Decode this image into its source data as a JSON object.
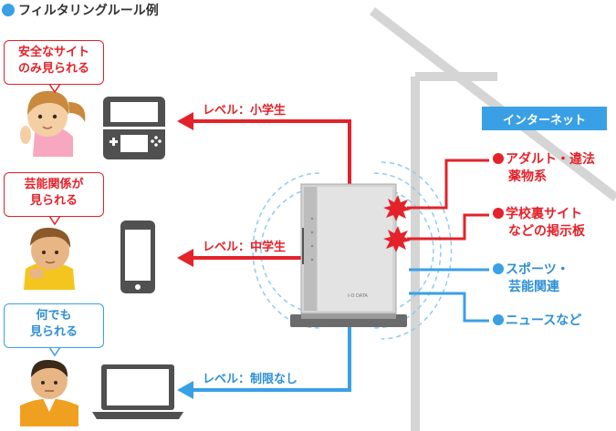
{
  "title": "フィルタリングルール例",
  "users": [
    {
      "bubble": [
        "安全なサイト",
        "のみ見られる"
      ],
      "level": "レベル：小学生",
      "device": "game-console"
    },
    {
      "bubble": [
        "芸能関係が",
        "見られる"
      ],
      "level": "レベル：中学生",
      "device": "smartphone"
    },
    {
      "bubble": [
        "何でも",
        "見られる"
      ],
      "level": "レベル：制限なし",
      "device": "laptop"
    }
  ],
  "router_brand": "I-O DATA",
  "internet": {
    "label": "インターネット",
    "blocked": [
      {
        "line1": "アダルト・違法",
        "line2": "薬物系"
      },
      {
        "line1": "学校裏サイト",
        "line2": "などの掲示板"
      }
    ],
    "allowed": [
      {
        "line1": "スポーツ・",
        "line2": "芸能関連"
      },
      {
        "line1": "ニュースなど",
        "line2": ""
      }
    ]
  },
  "colors": {
    "blocked": "#e3222a",
    "allowed": "#3aa0e6"
  }
}
